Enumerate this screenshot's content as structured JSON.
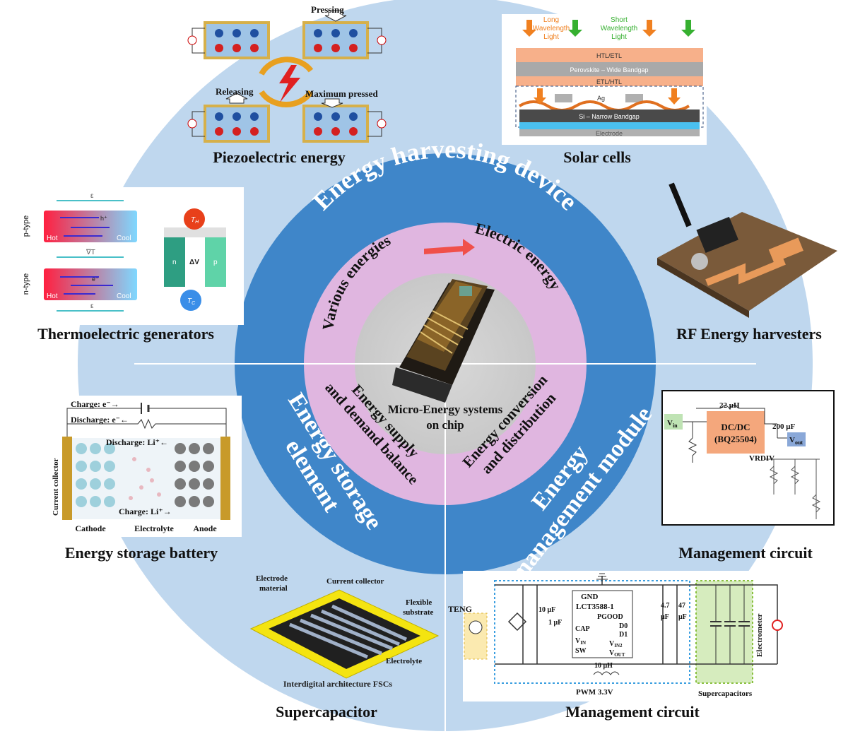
{
  "center": {
    "caption_line1": "Micro-Energy systems",
    "caption_line2": "on chip"
  },
  "inner_ring": {
    "top_left": "Various energies",
    "top_right": "Electric energy",
    "bottom_left_line1": "Energy supply",
    "bottom_left_line2": "and demand balance",
    "bottom_right_line1": "Energy conversion",
    "bottom_right_line2": "and distribution"
  },
  "outer_ring": {
    "top": "Energy harvesting device",
    "left_line1": "Energy storage",
    "left_line2": "element",
    "right_line1": "Energy",
    "right_line2": "management module"
  },
  "panels": {
    "piezo": {
      "title": "Piezoelectric energy",
      "pressing": "Pressing",
      "releasing": "Releasing",
      "max_pressed": "Maximum pressed"
    },
    "solar": {
      "title": "Solar cells",
      "long": [
        "Long",
        "Wavelength",
        "Light"
      ],
      "short": [
        "Short",
        "Wavelength",
        "Light"
      ],
      "layers": [
        "HTL/ETL",
        "Perovskite – Wide Bandgap",
        "ETL/HTL",
        "Ag",
        "Si – Narrow Bandgap",
        "Electrode"
      ]
    },
    "teg": {
      "title": "Thermoelectric generators",
      "p_type": "p-type",
      "n_type": "n-type",
      "hot": "Hot",
      "cool": "Cool",
      "th": "T",
      "th_sub": "H",
      "tc": "T",
      "tc_sub": "C",
      "n": "n",
      "p": "p",
      "dv": "ΔV",
      "e_field": "ε",
      "grad": "∇T",
      "h_plus": "h⁺",
      "e_minus": "e⁻"
    },
    "rf": {
      "title": "RF Energy harvesters"
    },
    "battery": {
      "title": "Energy storage battery",
      "charge_e": "Charge: e⁻→",
      "discharge_e": "Discharge: e⁻←",
      "discharge_li": "Discharge: Li⁺←",
      "charge_li": "Charge: Li⁺→",
      "current_collector": "Current collector",
      "cathode": "Cathode",
      "electrolyte": "Electrolyte",
      "anode": "Anode"
    },
    "mgmt1": {
      "title": "Management circuit",
      "inductor": "22 μH",
      "chip_line1": "DC/DC",
      "chip_line2": "(BQ25504)",
      "cap": "200 μF",
      "vin": "V",
      "vin_sub": "in",
      "vout": "V",
      "vout_sub": "out",
      "vrdiv": "VRDIV"
    },
    "supercap": {
      "title": "Supercapacitor",
      "electrode_material_1": "Electrode",
      "electrode_material_2": "material",
      "current_collector": "Current collector",
      "flexible_1": "Flexible",
      "flexible_2": "substrate",
      "electrolyte": "Electrolyte",
      "caption": "Interdigital architecture FSCs"
    },
    "mgmt2": {
      "title": "Management circuit",
      "teng": "TENG",
      "gnd": "GND",
      "chip": "LCT3588-1",
      "pgood": "PGOOD",
      "cap_pin": "CAP",
      "d0": "D0",
      "d1": "D1",
      "vin2": "V",
      "vin2_sub": "IN2",
      "vin": "V",
      "vin_sub": "IN",
      "vout": "V",
      "vout_sub": "OUT",
      "sw": "SW",
      "c10": "10 μF",
      "c1": "1 μF",
      "c47a_1": "4.7",
      "c47a_2": "μF",
      "c47b_1": "47",
      "c47b_2": "μF",
      "l10": "10 μH",
      "pwm": "PWM 3.3V",
      "supercaps": "Supercapacitors",
      "electrometer": "Electrometer"
    }
  }
}
